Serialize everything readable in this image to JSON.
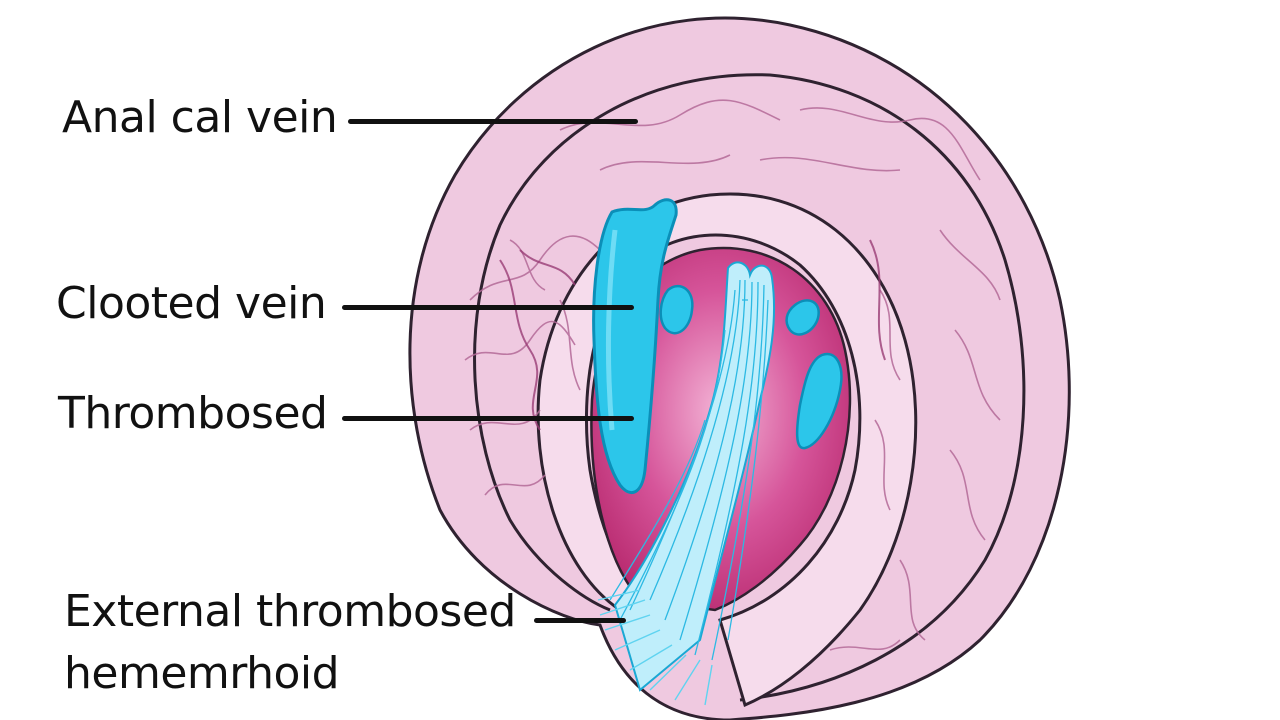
{
  "labels": {
    "anal_vein": "Anal cal vein",
    "clotted_vein": "Clooted vein",
    "thrombosed": "Thrombosed",
    "external_line1": "External thrombosed",
    "external_line2": "hememrhoid"
  },
  "colors": {
    "tissue_light": "#f4d9ea",
    "tissue_mid": "#e7b4d3",
    "tissue_outline": "#3a2a36",
    "tissue_vessel": "#b04a86",
    "lumen": "#c8347a",
    "clot": "#2cc6ea",
    "clot_outline": "#0b8fb8",
    "fibers": "#5fd3f0"
  }
}
